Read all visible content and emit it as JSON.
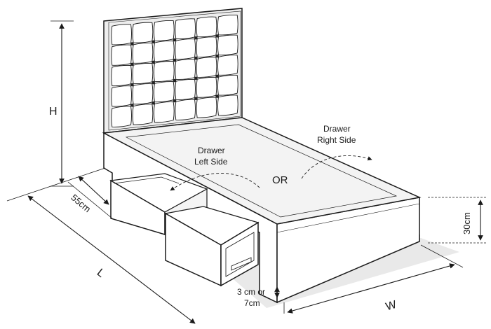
{
  "labels": {
    "height": "H",
    "drawer_depth": "55cm",
    "length": "L",
    "width": "W",
    "base_height": "30cm",
    "legs_line1": "3 cm or",
    "legs_line2": "7cm",
    "drawer_left_line1": "Drawer",
    "drawer_left_line2": "Left Side",
    "drawer_right_line1": "Drawer",
    "drawer_right_line2": "Right Side",
    "or": "OR"
  },
  "headboard": {
    "rows": 5,
    "cols": 6
  },
  "colors": {
    "line": "#1a1a1a",
    "fill": "#ffffff",
    "mattress_top": "#f3f3f3",
    "headboard": "#eeeeee",
    "shadow": "#d6d6d6"
  }
}
